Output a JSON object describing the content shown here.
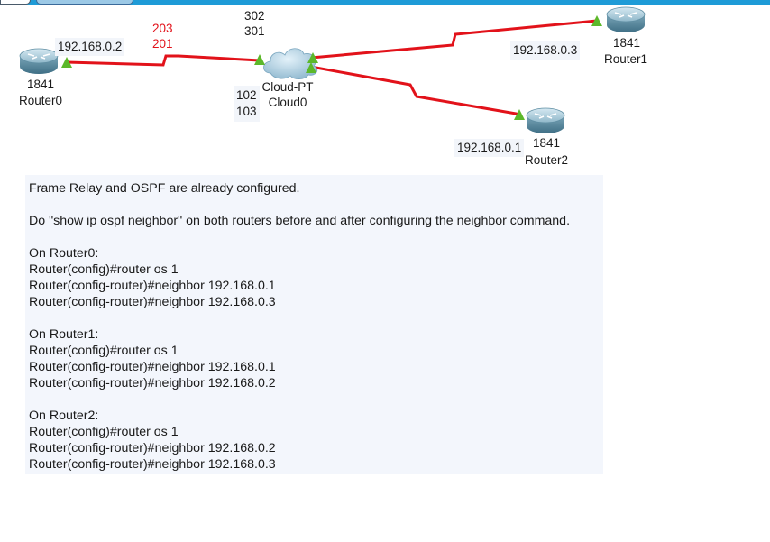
{
  "devices": {
    "router0": {
      "model": "1841",
      "name": "Router0",
      "interface_ip": "192.168.0.2",
      "icon": "router-icon"
    },
    "router1": {
      "model": "1841",
      "name": "Router1",
      "interface_ip": "192.168.0.3",
      "icon": "router-icon"
    },
    "router2": {
      "model": "1841",
      "name": "Router2",
      "interface_ip": "192.168.0.1",
      "icon": "router-icon"
    },
    "cloud": {
      "model": "Cloud-PT",
      "name": "Cloud0",
      "icon": "cloud-icon"
    }
  },
  "dlci": {
    "left_top": "203",
    "left_bottom": "201",
    "cloud_top_a": "302",
    "cloud_top_b": "301",
    "cloud_left_a": "102",
    "cloud_left_b": "103"
  },
  "colors": {
    "link": "#e2121a",
    "link_up_marker": "#5cb82a",
    "dlci_text": "#e2121a",
    "note_background": "#f3f6fc",
    "top_bar": "#1e9bd7"
  },
  "note": {
    "lines": [
      "Frame Relay and OSPF are already configured.",
      "",
      "Do \"show ip ospf neighbor\" on both routers before and after configuring the neighbor command.",
      "",
      "On Router0:",
      "Router(config)#router os 1",
      "Router(config-router)#neighbor 192.168.0.1",
      "Router(config-router)#neighbor 192.168.0.3",
      "",
      "On Router1:",
      "Router(config)#router os 1",
      "Router(config-router)#neighbor 192.168.0.1",
      "Router(config-router)#neighbor 192.168.0.2",
      "",
      "On Router2:",
      "Router(config)#router os 1",
      "Router(config-router)#neighbor 192.168.0.2",
      "Router(config-router)#neighbor 192.168.0.3"
    ]
  }
}
